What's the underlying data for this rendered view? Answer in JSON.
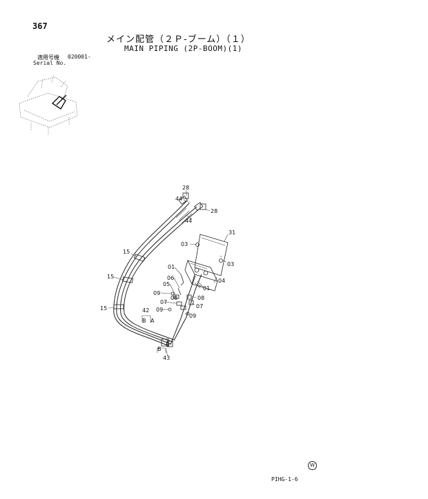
{
  "header": {
    "page_number": "367",
    "title_jp": "メイン配管（２Ｐ-ブーム）（１）",
    "title_en": "MAIN PIPING (2P-BOOM)(1)",
    "serial_label_jp": "適用号機",
    "serial_value": "020001-",
    "serial_label_en": "Serial No."
  },
  "callouts": {
    "c28a": "28",
    "c44a": "44",
    "c28b": "28",
    "c44b": "44",
    "c31": "31",
    "c03a": "03",
    "c03b": "03",
    "c15a": "15",
    "c15b": "15",
    "c15c": "15",
    "c01a": "01",
    "c06": "06",
    "c05": "05",
    "c04": "04",
    "c01b": "01",
    "c09a": "09",
    "c08a": "08",
    "c07a": "07",
    "c08b": "08",
    "c07b": "07",
    "c09b": "09",
    "c09c": "09",
    "c42": "42",
    "cB1": "B",
    "cA1": "A",
    "cB2": "B",
    "cA2": "A",
    "c43": "43"
  },
  "footer": {
    "mark": "W",
    "code": "PIHG-1-6"
  }
}
